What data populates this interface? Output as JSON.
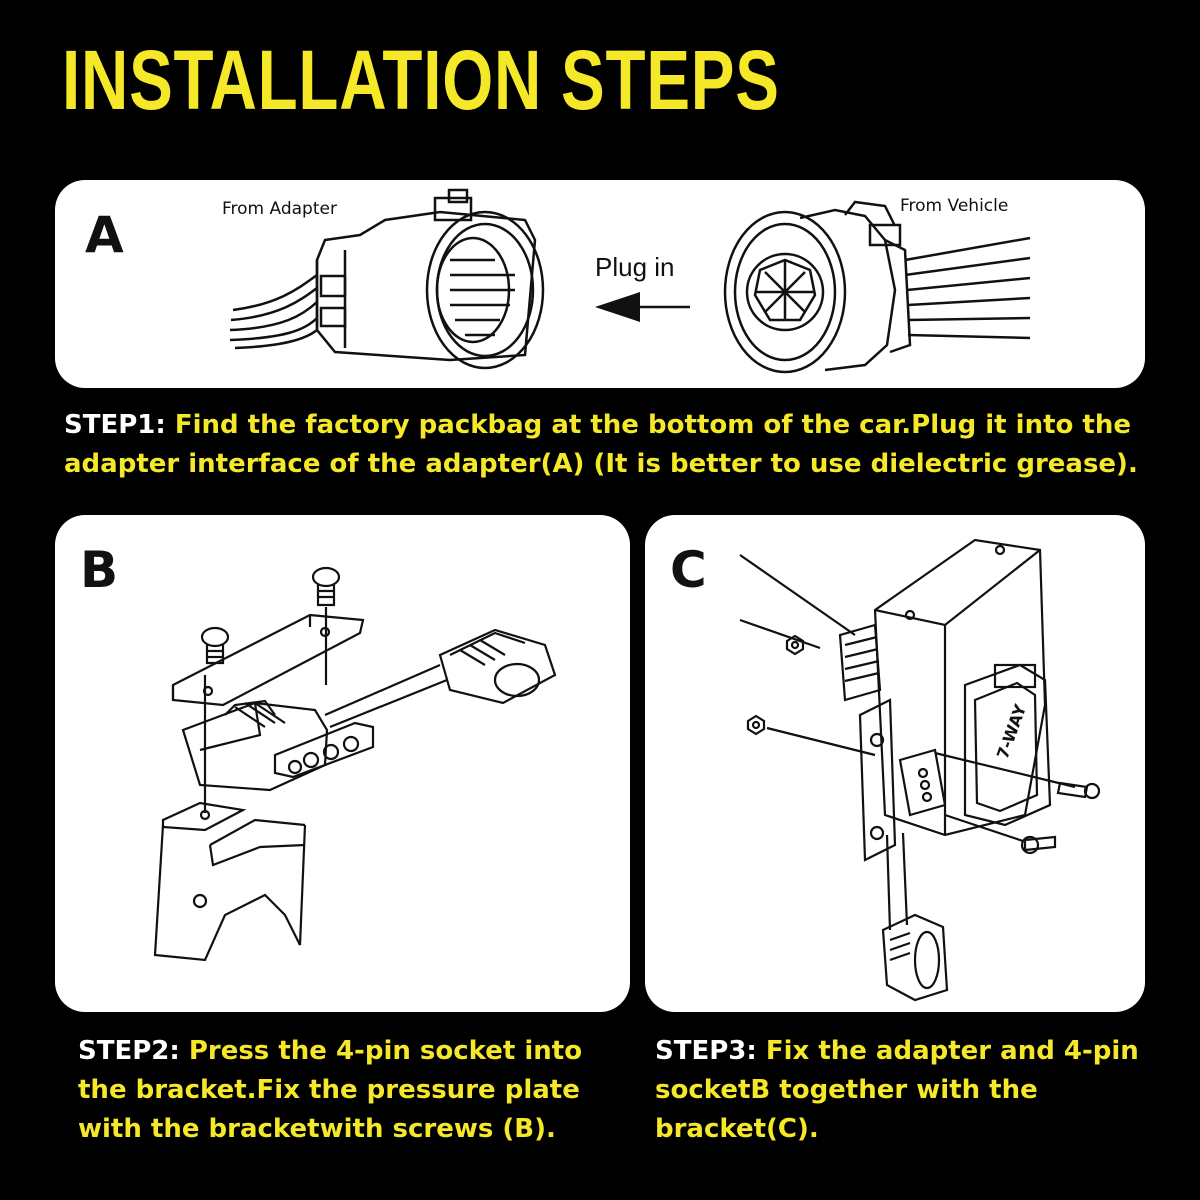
{
  "page": {
    "title": "INSTALLATION STEPS",
    "colors": {
      "background": "#000000",
      "accent": "#f5e829",
      "panel": "#ffffff",
      "lead": "#ffffff"
    }
  },
  "panel_a": {
    "letter": "A",
    "label_left": "From Adapter",
    "label_right": "From Vehicle",
    "arrow_label": "Plug in"
  },
  "panel_b": {
    "letter": "B"
  },
  "panel_c": {
    "letter": "C",
    "socket_text": "7-WAY"
  },
  "steps": [
    {
      "lead": "STEP1:",
      "text": " Find the factory packbag at the bottom of the car.Plug it into the adapter interface of the adapter(A) (It is better to use dielectric grease)."
    },
    {
      "lead": "STEP2:",
      "text": " Press the 4-pin socket into the bracket.Fix the pressure plate with the bracketwith screws (B)."
    },
    {
      "lead": "STEP3:",
      "text": " Fix the adapter and 4-pin socketB together with the bracket(C)."
    }
  ]
}
